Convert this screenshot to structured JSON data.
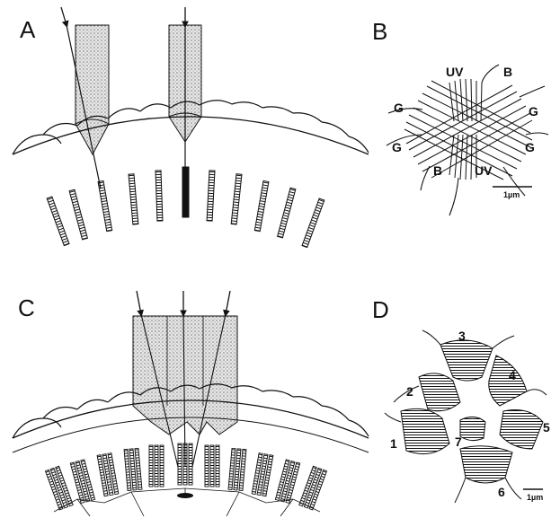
{
  "panels": {
    "a": {
      "letter": "A"
    },
    "b": {
      "letter": "B",
      "labels": [
        "UV",
        "B",
        "G",
        "G",
        "G",
        "G",
        "B",
        "UV"
      ],
      "scale": "1µm"
    },
    "c": {
      "letter": "C"
    },
    "d": {
      "letter": "D",
      "labels": [
        "3",
        "4",
        "2",
        "5",
        "1",
        "7",
        "6"
      ],
      "scale": "1µm"
    }
  },
  "colors": {
    "ink": "#111111",
    "stipple": "#bdbdbd",
    "background": "#ffffff"
  },
  "icons": [
    "ommatidium-lens-icon",
    "rhabdom-icon",
    "light-ray-arrow-icon"
  ]
}
